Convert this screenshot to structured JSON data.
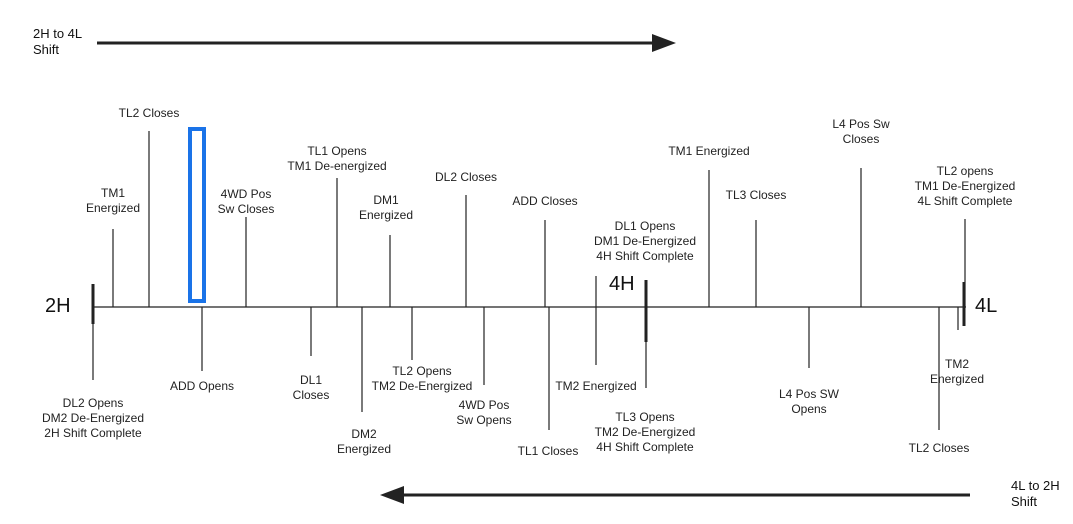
{
  "directions": {
    "forward": "2H to 4L\nShift",
    "reverse": "4L to 2H\nShift"
  },
  "states": {
    "h2": "2H",
    "h4": "4H",
    "l4": "4L"
  },
  "events_above": [
    {
      "id": "tm1-energized-a",
      "label": "TM1\nEnergized"
    },
    {
      "id": "tl2-closes-a",
      "label": "TL2 Closes"
    },
    {
      "id": "fourwd-pos-sw-closes",
      "label": "4WD Pos\nSw Closes"
    },
    {
      "id": "tl1-opens-tm1-de-energized",
      "label": "TL1 Opens\nTM1 De-energized"
    },
    {
      "id": "dm1-energized",
      "label": "DM1\nEnergized"
    },
    {
      "id": "dl2-closes-a",
      "label": "DL2 Closes"
    },
    {
      "id": "add-closes",
      "label": "ADD Closes"
    },
    {
      "id": "dl1-opens-4h-complete",
      "label": "DL1 Opens\nDM1 De-Energized\n4H Shift Complete"
    },
    {
      "id": "tm1-energized-b",
      "label": "TM1 Energized"
    },
    {
      "id": "tl3-closes",
      "label": "TL3 Closes"
    },
    {
      "id": "l4-pos-sw-closes",
      "label": "L4 Pos Sw\nCloses"
    },
    {
      "id": "tl2-opens-4l-complete",
      "label": "TL2 opens\nTM1 De-Energized\n4L Shift Complete"
    }
  ],
  "events_below": [
    {
      "id": "dl2-opens-2h-complete",
      "label": "DL2 Opens\nDM2 De-Energized\n2H Shift Complete"
    },
    {
      "id": "add-opens",
      "label": "ADD Opens"
    },
    {
      "id": "dl1-closes",
      "label": "DL1\nCloses"
    },
    {
      "id": "dm2-energized",
      "label": "DM2\nEnergized"
    },
    {
      "id": "tl2-opens-tm2-de-energized",
      "label": "TL2 Opens\nTM2 De-Energized"
    },
    {
      "id": "fourwd-pos-sw-opens",
      "label": "4WD Pos\nSw Opens"
    },
    {
      "id": "tl1-closes",
      "label": "TL1 Closes"
    },
    {
      "id": "tm2-energized-a",
      "label": "TM2 Energized"
    },
    {
      "id": "tl3-opens-4h-complete",
      "label": "TL3 Opens\nTM2 De-Energized\n4H Shift Complete"
    },
    {
      "id": "l4-pos-sw-opens",
      "label": "L4 Pos SW\nOpens"
    },
    {
      "id": "tl2-closes-b",
      "label": "TL2 Closes"
    },
    {
      "id": "tm2-energized-b",
      "label": "TM2\nEnergized"
    }
  ],
  "colors": {
    "line": "#222222",
    "highlight": "#1a73e8"
  }
}
